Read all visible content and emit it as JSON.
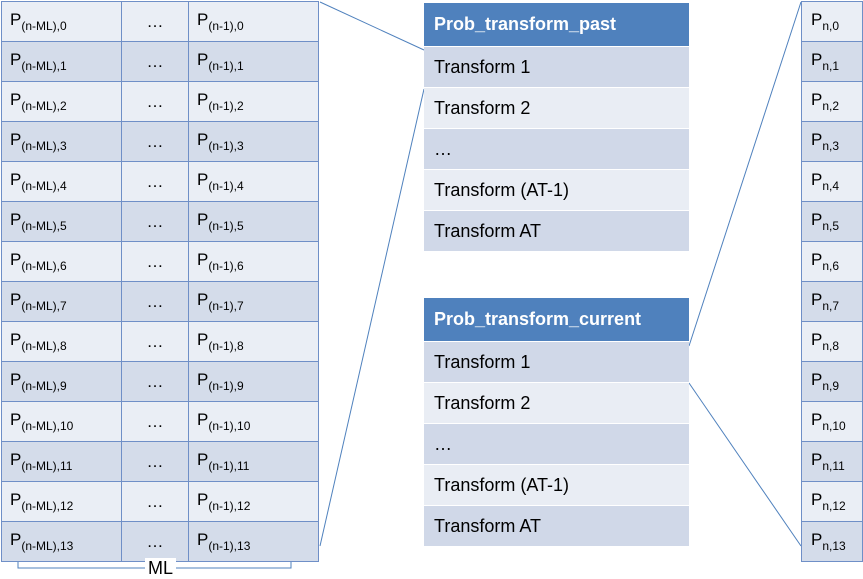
{
  "left_grid": {
    "rows": [
      {
        "col1": "P",
        "col1_sub": "(n-ML),0",
        "dots": "…",
        "col3": "P",
        "col3_sub": "(n-1),0"
      },
      {
        "col1": "P",
        "col1_sub": "(n-ML),1",
        "dots": "…",
        "col3": "P",
        "col3_sub": "(n-1),1"
      },
      {
        "col1": "P",
        "col1_sub": "(n-ML),2",
        "dots": "…",
        "col3": "P",
        "col3_sub": "(n-1),2"
      },
      {
        "col1": "P",
        "col1_sub": "(n-ML),3",
        "dots": "…",
        "col3": "P",
        "col3_sub": "(n-1),3"
      },
      {
        "col1": "P",
        "col1_sub": "(n-ML),4",
        "dots": "…",
        "col3": "P",
        "col3_sub": "(n-1),4"
      },
      {
        "col1": "P",
        "col1_sub": "(n-ML),5",
        "dots": "…",
        "col3": "P",
        "col3_sub": "(n-1),5"
      },
      {
        "col1": "P",
        "col1_sub": "(n-ML),6",
        "dots": "…",
        "col3": "P",
        "col3_sub": "(n-1),6"
      },
      {
        "col1": "P",
        "col1_sub": "(n-ML),7",
        "dots": "…",
        "col3": "P",
        "col3_sub": "(n-1),7"
      },
      {
        "col1": "P",
        "col1_sub": "(n-ML),8",
        "dots": "…",
        "col3": "P",
        "col3_sub": "(n-1),8"
      },
      {
        "col1": "P",
        "col1_sub": "(n-ML),9",
        "dots": "…",
        "col3": "P",
        "col3_sub": "(n-1),9"
      },
      {
        "col1": "P",
        "col1_sub": "(n-ML),10",
        "dots": "…",
        "col3": "P",
        "col3_sub": "(n-1),10"
      },
      {
        "col1": "P",
        "col1_sub": "(n-ML),11",
        "dots": "…",
        "col3": "P",
        "col3_sub": "(n-1),11"
      },
      {
        "col1": "P",
        "col1_sub": "(n-ML),12",
        "dots": "…",
        "col3": "P",
        "col3_sub": "(n-1),12"
      },
      {
        "col1": "P",
        "col1_sub": "(n-ML),13",
        "dots": "…",
        "col3": "P",
        "col3_sub": "(n-1),13"
      }
    ],
    "bracket_label": "ML"
  },
  "right_grid": {
    "rows": [
      {
        "main": "P",
        "sub": "n,0"
      },
      {
        "main": "P",
        "sub": "n,1"
      },
      {
        "main": "P",
        "sub": "n,2"
      },
      {
        "main": "P",
        "sub": "n,3"
      },
      {
        "main": "P",
        "sub": "n,4"
      },
      {
        "main": "P",
        "sub": "n,5"
      },
      {
        "main": "P",
        "sub": "n,6"
      },
      {
        "main": "P",
        "sub": "n,7"
      },
      {
        "main": "P",
        "sub": "n,8"
      },
      {
        "main": "P",
        "sub": "n,9"
      },
      {
        "main": "P",
        "sub": "n,10"
      },
      {
        "main": "P",
        "sub": "n,11"
      },
      {
        "main": "P",
        "sub": "n,12"
      },
      {
        "main": "P",
        "sub": "n,13"
      }
    ]
  },
  "past_table": {
    "header": "Prob_transform_past",
    "rows": [
      "Transform 1",
      "Transform 2",
      "…",
      "Transform (AT-1)",
      "Transform AT"
    ]
  },
  "current_table": {
    "header": "Prob_transform_current",
    "rows": [
      "Transform 1",
      "Transform 2",
      "…",
      "Transform (AT-1)",
      "Transform AT"
    ]
  },
  "colors": {
    "header_fill": "#4f81bd",
    "row_dark": "#d0d8e8",
    "row_light": "#e9edf4",
    "line": "#4f81bd"
  }
}
